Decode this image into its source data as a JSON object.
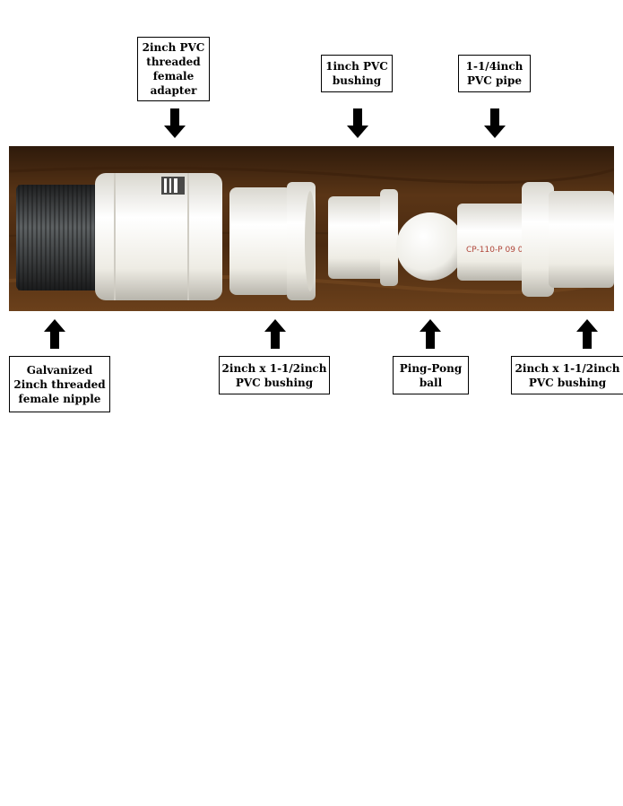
{
  "labels_top": [
    {
      "id": "threaded-female-adapter",
      "lines": [
        "2inch PVC",
        "threaded",
        "female",
        "adapter"
      ]
    },
    {
      "id": "pvc-bushing-1inch",
      "lines": [
        "1inch PVC",
        "bushing"
      ]
    },
    {
      "id": "pvc-pipe-1-1-4",
      "lines": [
        "1-1/4inch",
        "PVC pipe"
      ]
    }
  ],
  "labels_bottom": [
    {
      "id": "galvanized-nipple",
      "lines": [
        "Galvanized",
        "2inch threaded",
        "female nipple"
      ]
    },
    {
      "id": "bushing-2x1-1-2-left",
      "lines": [
        "2inch x 1-1/2inch",
        "PVC bushing"
      ]
    },
    {
      "id": "ping-pong-ball",
      "lines": [
        "Ping-Pong",
        "ball"
      ]
    },
    {
      "id": "bushing-2x1-1-2-right",
      "lines": [
        "2inch x 1-1/2inch",
        "PVC bushing"
      ]
    }
  ],
  "pipe_marking": "CP-110-P 09 0",
  "colors": {
    "wood": "#4a2c14",
    "pvc": "#f4f3ee",
    "metal": "#3b3d3e"
  }
}
